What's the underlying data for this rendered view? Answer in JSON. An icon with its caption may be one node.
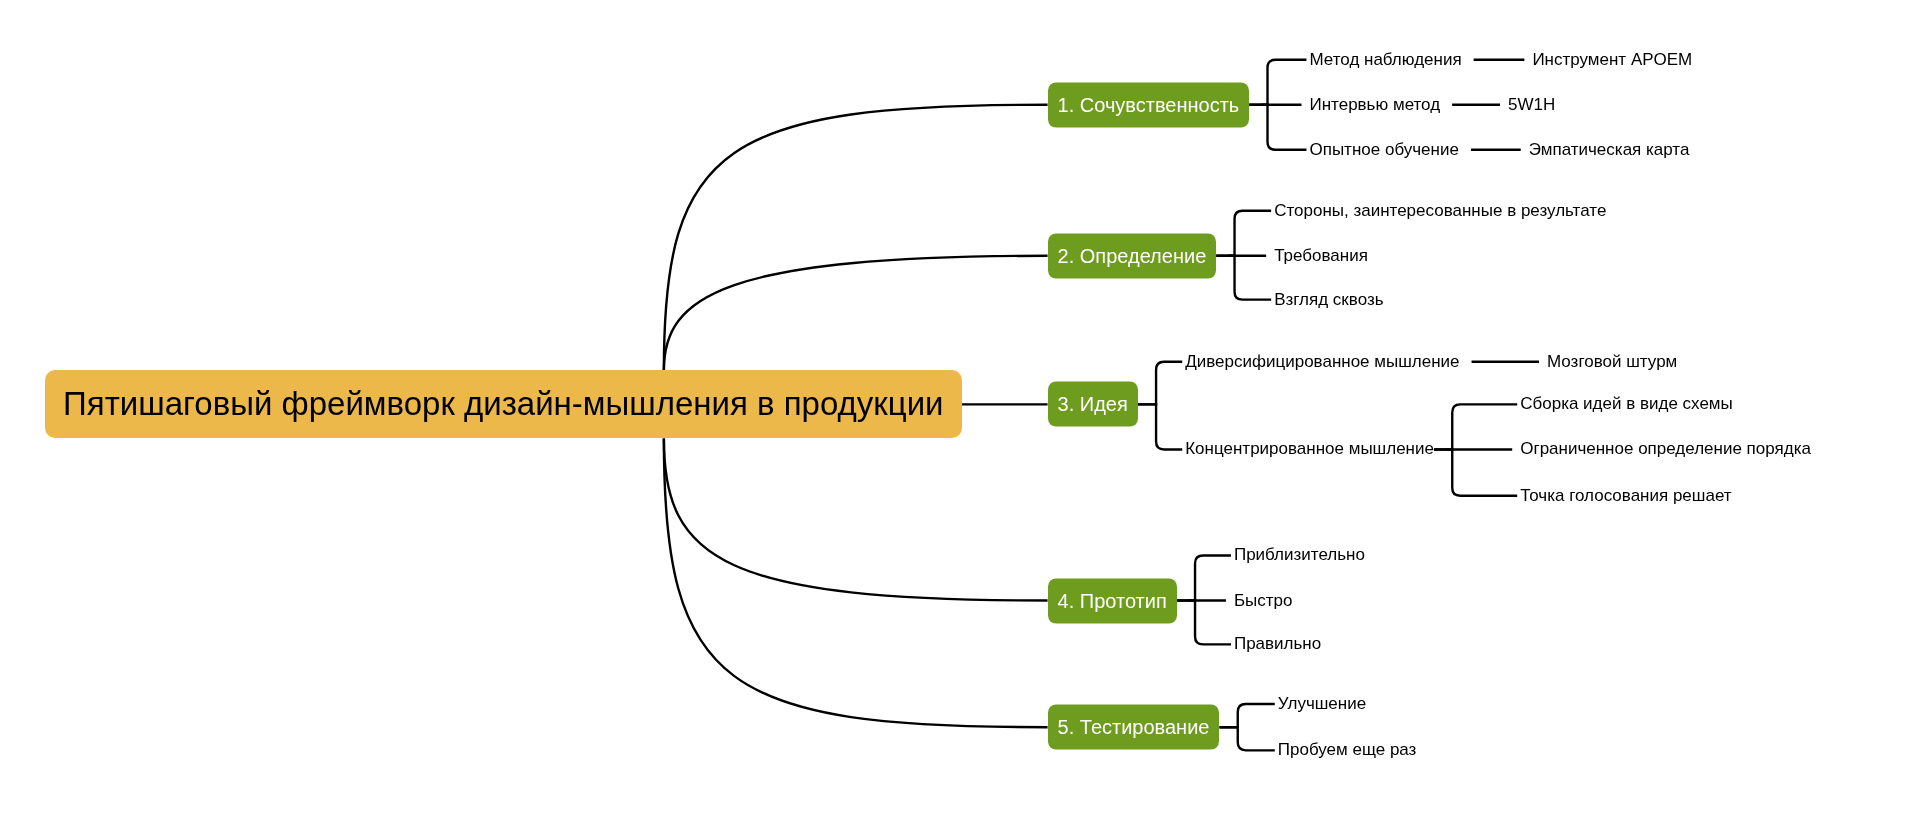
{
  "diagram": {
    "nodes": [
      {
        "text": [
          "Пятишаговый фреймворк дизайн-мышления в продукции"
        ]
      },
      {
        "text": [
          "1. Сочувственность"
        ]
      },
      {
        "text": [
          "Метод наблюдения"
        ]
      },
      {
        "text": [
          "Инструмент APOEM"
        ]
      },
      {
        "text": [
          "Интервью метод"
        ]
      },
      {
        "text": [
          "5W1H"
        ]
      },
      {
        "text": [
          "Опытное обучение"
        ]
      },
      {
        "text": [
          "Эмпатическая карта"
        ]
      },
      {
        "text": [
          "2. Определение"
        ]
      },
      {
        "text": [
          "Стороны, заинтересованные в результате"
        ]
      },
      {
        "text": [
          "Требования"
        ]
      },
      {
        "text": [
          "Взгляд сквозь"
        ]
      },
      {
        "text": [
          "3. Идея"
        ]
      },
      {
        "text": [
          "Диверсифицированное мышление"
        ]
      },
      {
        "text": [
          "Мозговой штурм"
        ]
      },
      {
        "text": [
          "Концентрированное мышление"
        ]
      },
      {
        "text": [
          "Сборка идей в виде схемы"
        ]
      },
      {
        "text": [
          "Ограниченное определение порядка"
        ]
      },
      {
        "text": [
          "Точка голосования решает"
        ]
      },
      {
        "text": [
          "4. Прототип"
        ]
      },
      {
        "text": [
          "Приблизительно"
        ]
      },
      {
        "text": [
          "Быстро"
        ]
      },
      {
        "text": [
          "Правильно"
        ]
      },
      {
        "text": [
          "5. Тестирование"
        ]
      },
      {
        "text": [
          "Улучшение"
        ]
      },
      {
        "text": [
          "Пробуем еще раз"
        ]
      }
    ],
    "edges": [
      {
        "from": 0,
        "to": 1,
        "arrow": "none"
      },
      {
        "from": 1,
        "to": 2,
        "arrow": "none"
      },
      {
        "from": 2,
        "to": 3,
        "arrow": "none"
      },
      {
        "from": 1,
        "to": 4,
        "arrow": "none"
      },
      {
        "from": 4,
        "to": 5,
        "arrow": "none"
      },
      {
        "from": 1,
        "to": 6,
        "arrow": "none"
      },
      {
        "from": 6,
        "to": 7,
        "arrow": "none"
      },
      {
        "from": 0,
        "to": 8,
        "arrow": "none"
      },
      {
        "from": 8,
        "to": 9,
        "arrow": "none"
      },
      {
        "from": 8,
        "to": 10,
        "arrow": "none"
      },
      {
        "from": 8,
        "to": 11,
        "arrow": "none"
      },
      {
        "from": 0,
        "to": 12,
        "arrow": "none"
      },
      {
        "from": 12,
        "to": 13,
        "arrow": "none"
      },
      {
        "from": 13,
        "to": 14,
        "arrow": "none"
      },
      {
        "from": 12,
        "to": 15,
        "arrow": "none"
      },
      {
        "from": 15,
        "to": 16,
        "arrow": "none"
      },
      {
        "from": 15,
        "to": 17,
        "arrow": "none"
      },
      {
        "from": 15,
        "to": 18,
        "arrow": "none"
      },
      {
        "from": 0,
        "to": 19,
        "arrow": "none"
      },
      {
        "from": 19,
        "to": 20,
        "arrow": "none"
      },
      {
        "from": 19,
        "to": 21,
        "arrow": "none"
      },
      {
        "from": 19,
        "to": 22,
        "arrow": "none"
      },
      {
        "from": 0,
        "to": 23,
        "arrow": "none"
      },
      {
        "from": 23,
        "to": 24,
        "arrow": "none"
      },
      {
        "from": 23,
        "to": 25,
        "arrow": "none"
      }
    ]
  }
}
